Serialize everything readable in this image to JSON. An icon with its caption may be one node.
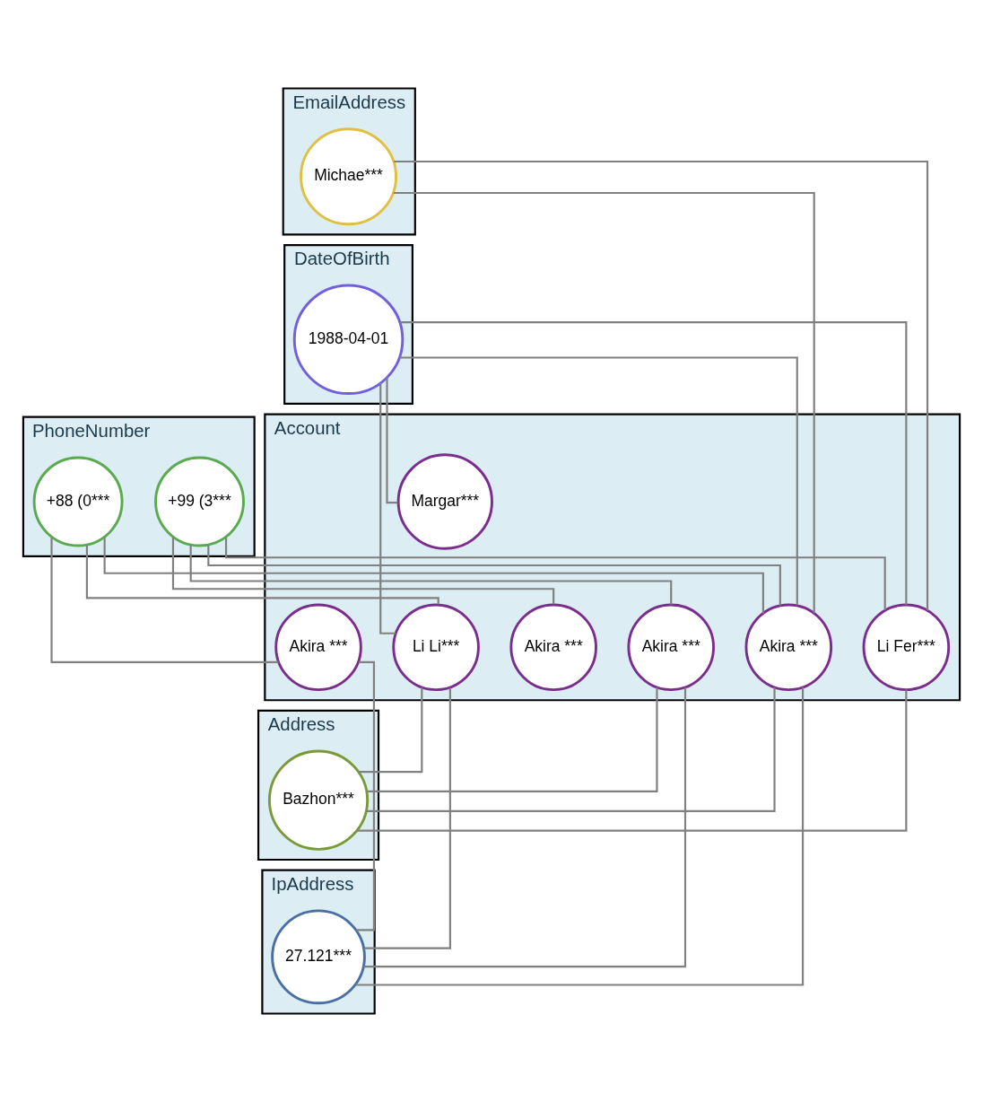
{
  "diagram": {
    "nodes": [
      {
        "text": [
          "EmailAddress"
        ]
      },
      {
        "text": [
          "Michae***"
        ],
        "in": 0
      },
      {
        "text": [
          "DateOfBirth"
        ]
      },
      {
        "text": [
          "1988-04-01"
        ],
        "in": 2
      },
      {
        "text": [
          "PhoneNumber"
        ]
      },
      {
        "text": [
          "+88 (0***"
        ],
        "in": 4
      },
      {
        "text": [
          "+99 (3***"
        ],
        "in": 4
      },
      {
        "text": [
          "Account"
        ]
      },
      {
        "text": [
          "Akira ***"
        ],
        "in": 7
      },
      {
        "text": [
          "Li Li***"
        ],
        "in": 7
      },
      {
        "text": [
          "Margar***"
        ],
        "in": 7
      },
      {
        "text": [
          "Akira ***"
        ],
        "in": 7
      },
      {
        "text": [
          "Li Fer***"
        ],
        "in": 7
      },
      {
        "text": [
          "Akira ***"
        ],
        "in": 7
      },
      {
        "text": [
          "Akira ***"
        ],
        "in": 7
      },
      {
        "text": [
          "Address"
        ]
      },
      {
        "text": [
          "Bazhon***"
        ],
        "in": 15
      },
      {
        "text": [
          "IpAddress"
        ]
      },
      {
        "text": [
          "27.121***"
        ],
        "in": 17
      }
    ],
    "edges": [
      {
        "from": 1,
        "to": 11,
        "arrow": "none"
      },
      {
        "from": 1,
        "to": 12,
        "arrow": "none"
      },
      {
        "from": 3,
        "to": 9,
        "arrow": "none"
      },
      {
        "from": 3,
        "to": 10,
        "arrow": "none"
      },
      {
        "from": 3,
        "to": 11,
        "arrow": "none"
      },
      {
        "from": 3,
        "to": 12,
        "arrow": "none"
      },
      {
        "from": 5,
        "to": 8,
        "arrow": "none"
      },
      {
        "from": 5,
        "to": 9,
        "arrow": "none"
      },
      {
        "from": 5,
        "to": 11,
        "arrow": "none"
      },
      {
        "from": 6,
        "to": 11,
        "arrow": "none"
      },
      {
        "from": 6,
        "to": 12,
        "arrow": "none"
      },
      {
        "from": 6,
        "to": 13,
        "arrow": "none"
      },
      {
        "from": 6,
        "to": 14,
        "arrow": "none"
      },
      {
        "from": 9,
        "to": 16,
        "arrow": "none"
      },
      {
        "from": 11,
        "to": 16,
        "arrow": "none"
      },
      {
        "from": 12,
        "to": 16,
        "arrow": "none"
      },
      {
        "from": 13,
        "to": 16,
        "arrow": "none"
      },
      {
        "from": 8,
        "to": 18,
        "arrow": "none"
      },
      {
        "from": 9,
        "to": 18,
        "arrow": "none"
      },
      {
        "from": 11,
        "to": 18,
        "arrow": "none"
      },
      {
        "from": 13,
        "to": 18,
        "arrow": "none"
      }
    ]
  }
}
